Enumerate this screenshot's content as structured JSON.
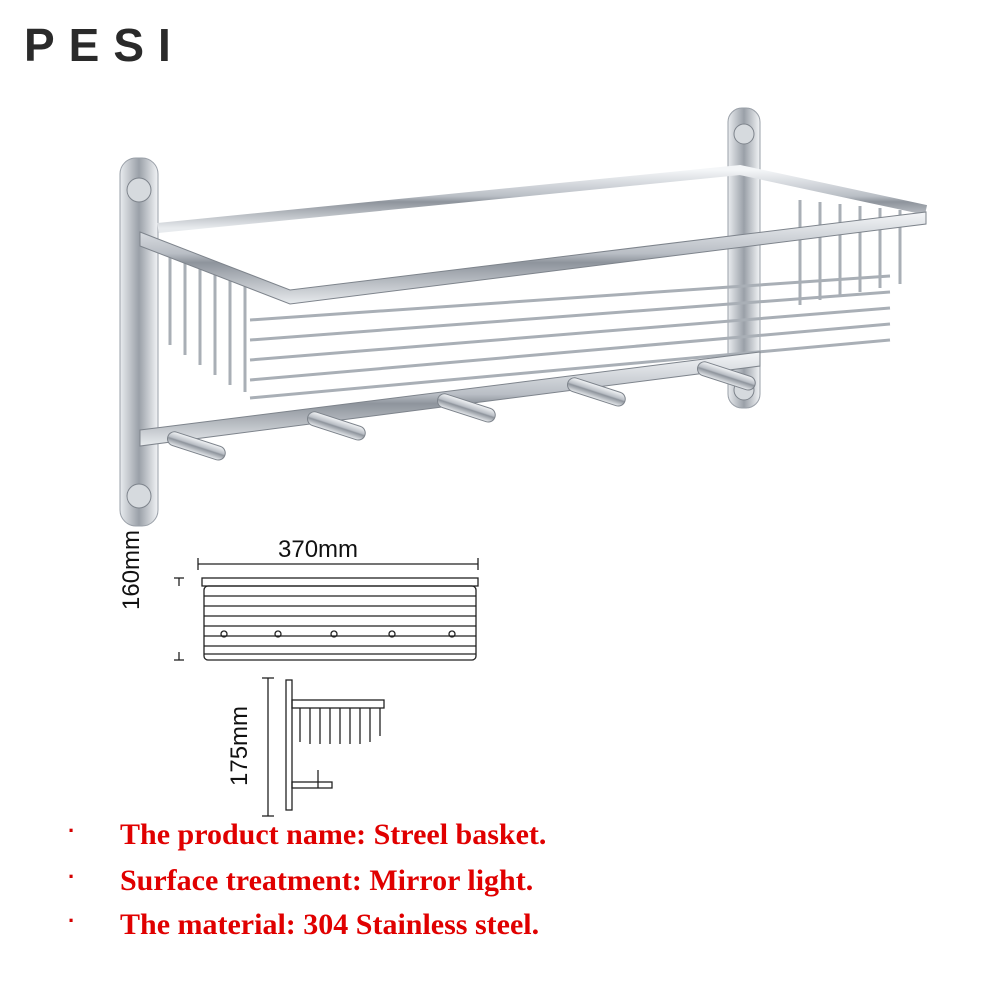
{
  "brand": {
    "logo_text": "PESI"
  },
  "dimensions": {
    "width": "370mm",
    "height": "160mm",
    "depth": "175mm"
  },
  "specs": [
    {
      "bullet": "·",
      "text": "The product name: Streel basket."
    },
    {
      "bullet": "·",
      "text": "Surface treatment: Mirror light."
    },
    {
      "bullet": "·",
      "text": "The material: 304 Stainless steel."
    }
  ],
  "colors": {
    "spec_text": "#e00000",
    "logo": "#2a2a2a",
    "chrome": "#c8ccd2"
  }
}
